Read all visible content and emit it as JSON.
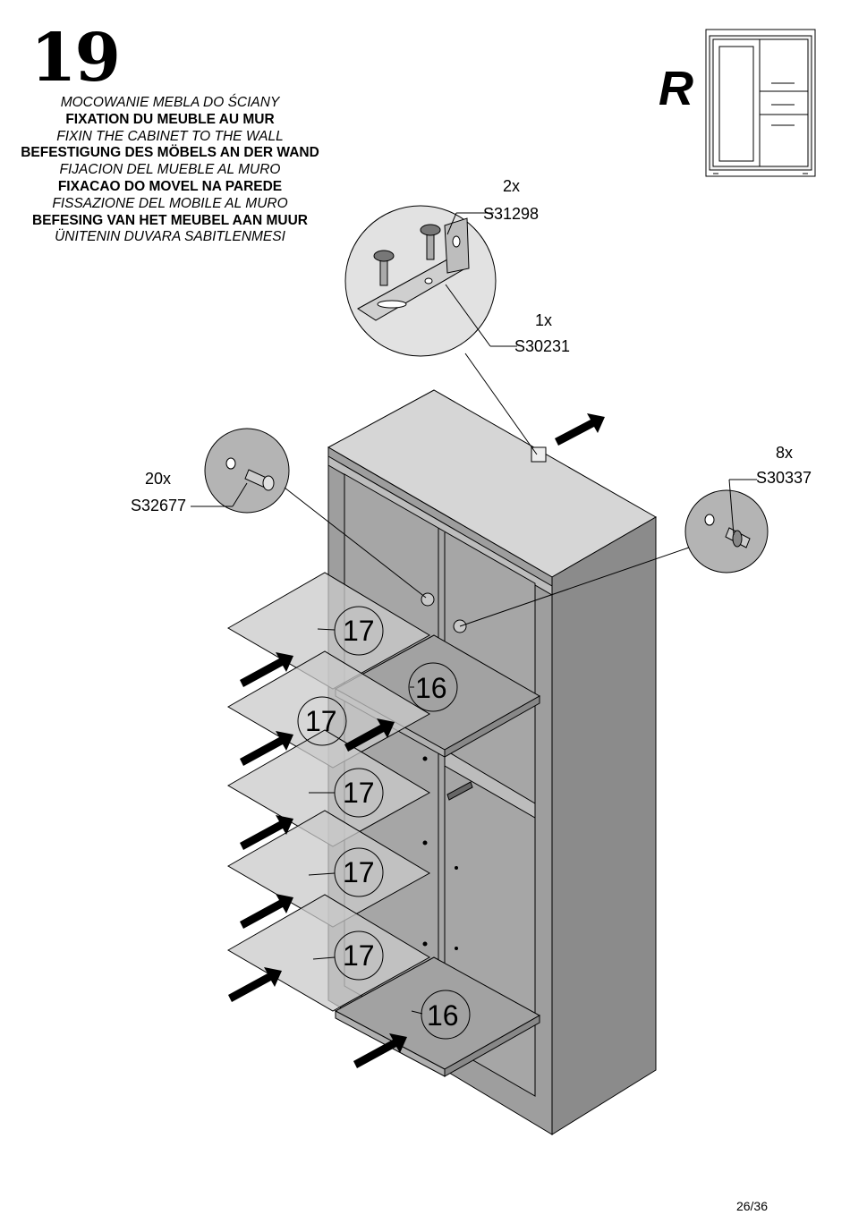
{
  "step": {
    "number": "19"
  },
  "titles": [
    {
      "text": "MOCOWANIE MEBLA DO ŚCIANY",
      "style": "italic"
    },
    {
      "text": "FIXATION DU MEUBLE AU MUR",
      "style": "bold"
    },
    {
      "text": "FIXIN THE CABINET TO THE WALL",
      "style": "italic"
    },
    {
      "text": "BEFESTIGUNG DES MÖBELS AN DER WAND",
      "style": "bold"
    },
    {
      "text": "FIJACION DEL MUEBLE AL MURO",
      "style": "italic"
    },
    {
      "text": "FIXACAO DO MOVEL NA PAREDE",
      "style": "bold"
    },
    {
      "text": "FISSAZIONE DEL MOBILE AL MURO",
      "style": "italic"
    },
    {
      "text": "BEFESING VAN HET MEUBEL AAN MUUR",
      "style": "bold"
    },
    {
      "text": "ÜNITENIN DUVARA SABITLENMESI",
      "style": "italic"
    }
  ],
  "variant": {
    "label": "R"
  },
  "parts": {
    "wall_screw": {
      "qty": "2x",
      "code": "S31298"
    },
    "bracket": {
      "qty": "1x",
      "code": "S30231"
    },
    "shelf_pin_left": {
      "qty": "20x",
      "code": "S32677"
    },
    "shelf_pin_right": {
      "qty": "8x",
      "code": "S30337"
    }
  },
  "panels": {
    "glass_shelf": "17",
    "wood_shelf": "16"
  },
  "footer": {
    "page": "26/36"
  }
}
